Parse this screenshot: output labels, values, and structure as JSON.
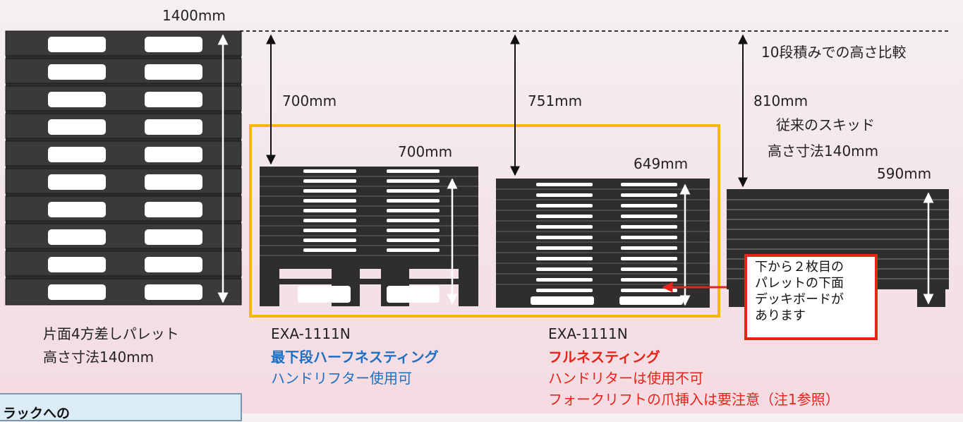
{
  "heights": {
    "pallet_1400": "1400mm",
    "gap_700": "700mm",
    "gap_751": "751mm",
    "gap_810": "810mm",
    "stack_700": "700mm",
    "stack_649": "649mm",
    "stack_590": "590mm"
  },
  "comparison_note": "10段積みでの高さ比較",
  "conventional": {
    "line1": "従来のスキッド",
    "line2": "高さ寸法140mm"
  },
  "pallet1": {
    "line1": "片面4方差しパレット",
    "line2": "高さ寸法140mm"
  },
  "pallet2": {
    "model": "EXA-1111N",
    "feature": "最下段ハーフネスティング",
    "note": "ハンドリフター使用可"
  },
  "pallet3": {
    "model": "EXA-1111N",
    "feature": "フルネスティング",
    "note1": "ハンドリターは使用不可",
    "note2": "フォークリフトの爪挿入は要注意（注1参照）"
  },
  "callout": {
    "line1": "下から２枚目の",
    "line2": "パレットの下面",
    "line3": "デッキボードが",
    "line4": "あります"
  },
  "bottom_box": {
    "label": "ラックへの"
  },
  "colors": {
    "accent_orange": "#f5b800",
    "accent_red": "#e8231a",
    "accent_blue": "#1f6fc0",
    "pallet": "#2a2a2a"
  }
}
